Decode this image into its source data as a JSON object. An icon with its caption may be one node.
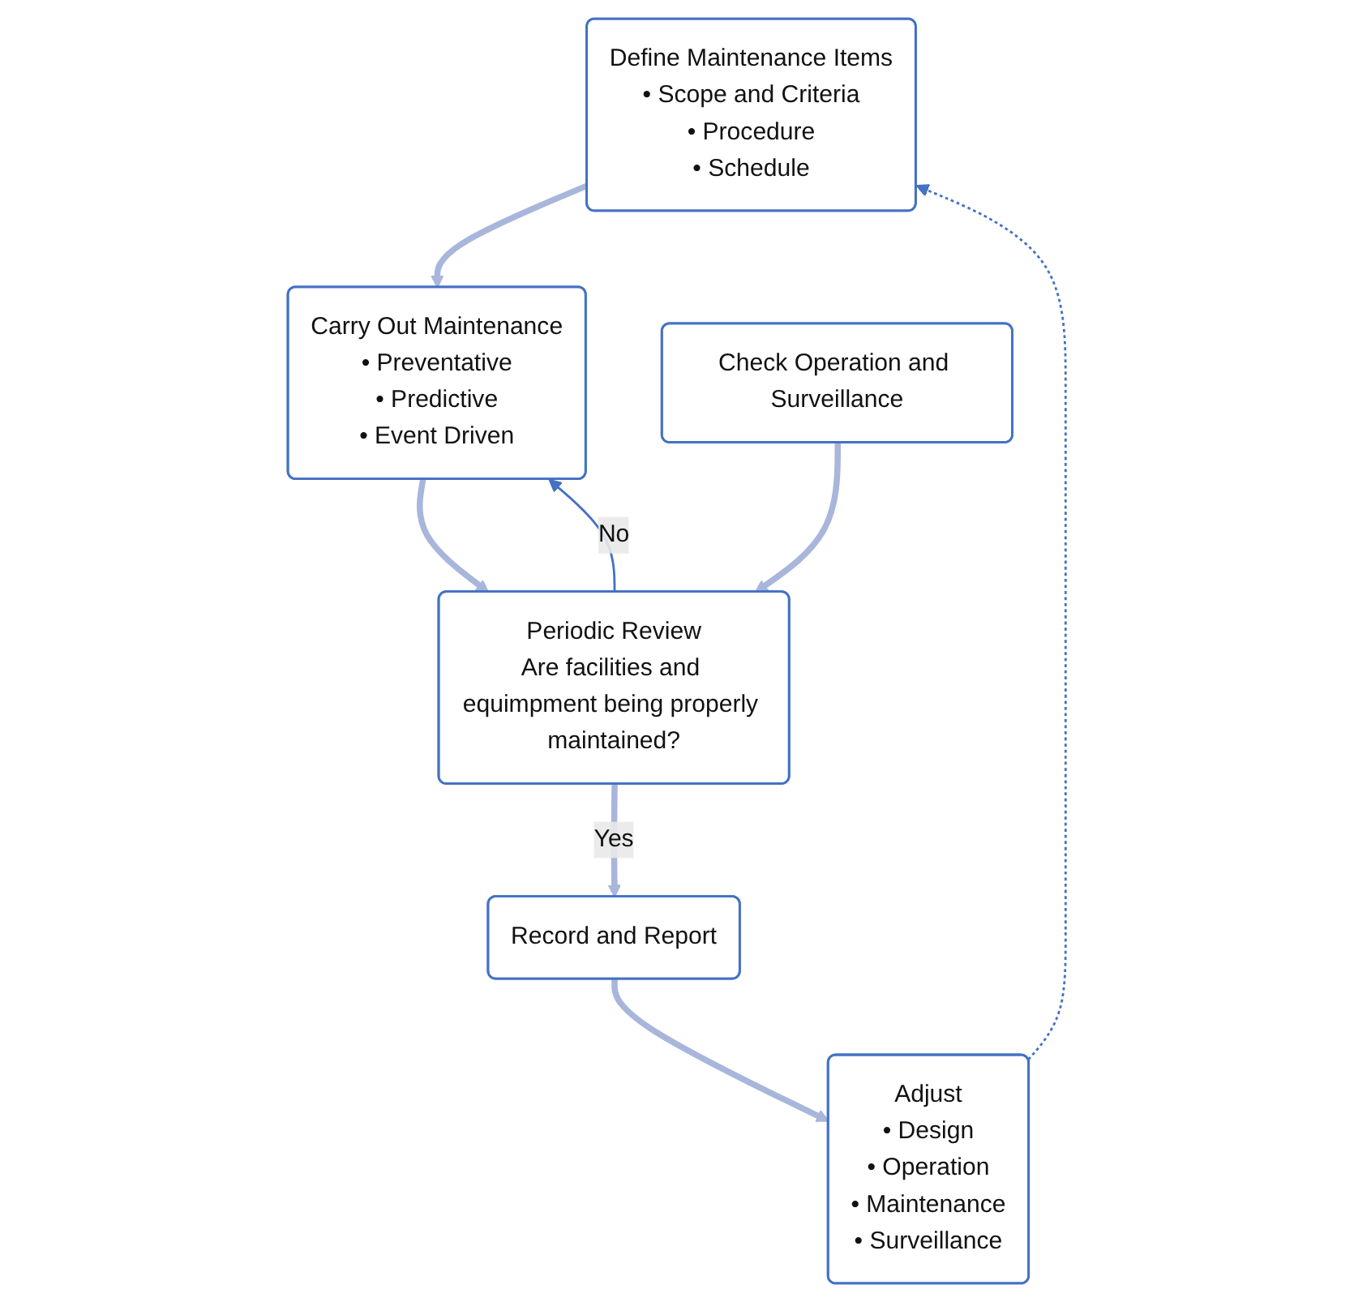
{
  "diagram": {
    "nodes": [
      {
        "text": [
          "Define Maintenance Items",
          "• Scope and Criteria",
          "• Procedure",
          "• Schedule"
        ]
      },
      {
        "text": [
          "Carry Out Maintenance",
          "• Preventative",
          "• Predictive",
          "• Event Driven"
        ]
      },
      {
        "text": [
          "Check Operation and Surveillance"
        ]
      },
      {
        "text": [
          "Periodic Review",
          "Are facilities and equimpment being properly maintained?"
        ]
      },
      {
        "text": [
          "Record and Report"
        ]
      },
      {
        "text": [
          "Adjust",
          "• Design",
          "• Operation",
          "• Maintenance",
          "• Surveillance"
        ]
      }
    ],
    "edges": [
      {
        "from": 0,
        "to": 1,
        "arrow": "to"
      },
      {
        "from": 1,
        "to": 3,
        "arrow": "to"
      },
      {
        "from": 2,
        "to": 3,
        "arrow": "to"
      },
      {
        "from": 3,
        "to": 4,
        "arrow": "to",
        "label": "Yes"
      },
      {
        "from": 4,
        "to": 5,
        "arrow": "to"
      },
      {
        "from": 3,
        "to": 1,
        "arrow": "to",
        "label": "No",
        "color": "#4472c4"
      },
      {
        "from": 5,
        "to": 0,
        "arrow": "to",
        "style": "dashed",
        "color": "#4472c4"
      }
    ]
  }
}
